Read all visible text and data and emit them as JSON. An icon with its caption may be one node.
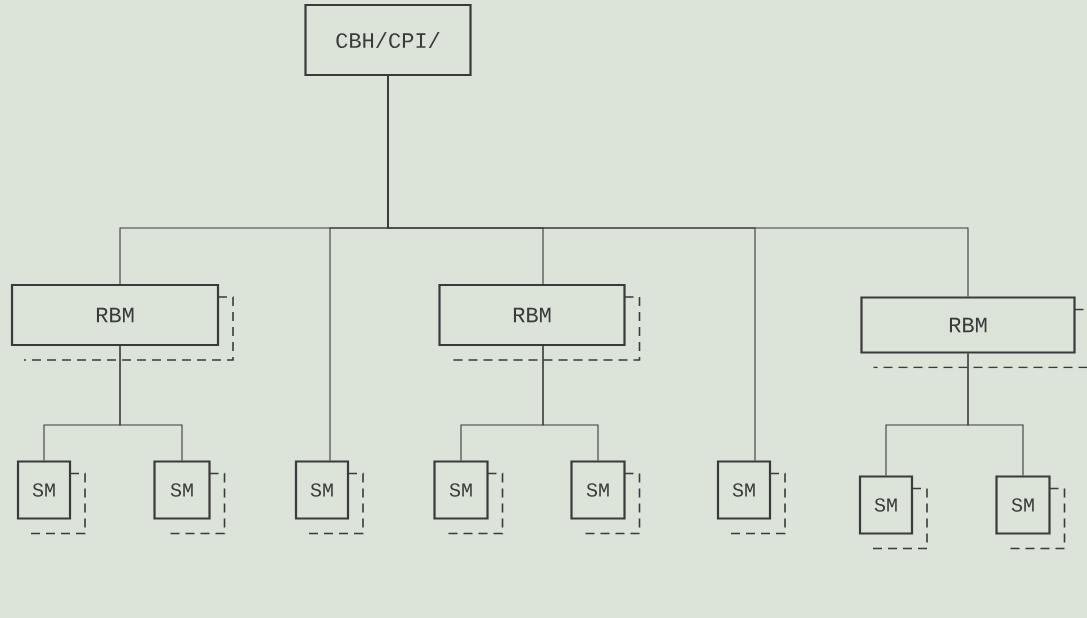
{
  "diagram": {
    "nodes": [
      {
        "text": [
          "CBH/CPI/"
        ]
      },
      {
        "text": [
          "RBM"
        ]
      },
      {
        "text": [
          "RBM"
        ]
      },
      {
        "text": [
          "RBM"
        ]
      },
      {
        "text": [
          "SM"
        ]
      },
      {
        "text": [
          "SM"
        ]
      },
      {
        "text": [
          "SM"
        ]
      },
      {
        "text": [
          "SM"
        ]
      },
      {
        "text": [
          "SM"
        ]
      },
      {
        "text": [
          "SM"
        ]
      },
      {
        "text": [
          "SM"
        ]
      },
      {
        "text": [
          "SM"
        ]
      }
    ],
    "edges": [
      {
        "from": 0,
        "to": 1,
        "arrow": "none"
      },
      {
        "from": 0,
        "to": 6,
        "arrow": "none"
      },
      {
        "from": 0,
        "to": 2,
        "arrow": "none"
      },
      {
        "from": 0,
        "to": 9,
        "arrow": "none"
      },
      {
        "from": 0,
        "to": 3,
        "arrow": "none"
      },
      {
        "from": 1,
        "to": 4,
        "arrow": "none"
      },
      {
        "from": 1,
        "to": 5,
        "arrow": "none"
      },
      {
        "from": 2,
        "to": 7,
        "arrow": "none"
      },
      {
        "from": 2,
        "to": 8,
        "arrow": "none"
      },
      {
        "from": 3,
        "to": 10,
        "arrow": "none"
      },
      {
        "from": 3,
        "to": 11,
        "arrow": "none"
      }
    ]
  }
}
